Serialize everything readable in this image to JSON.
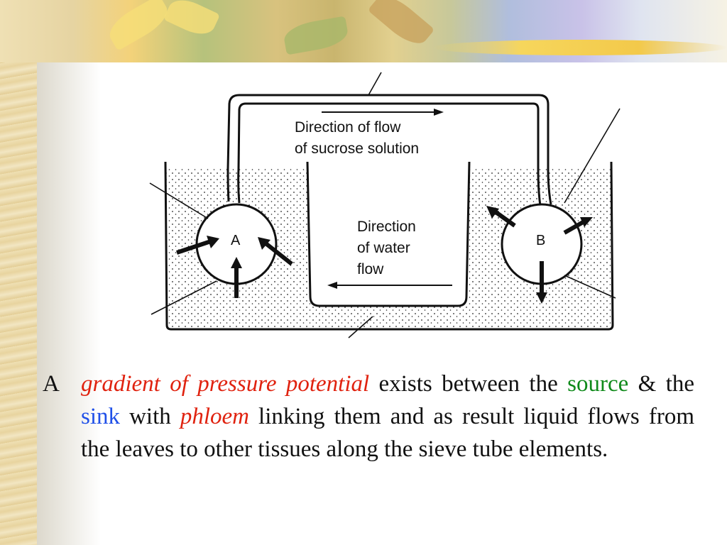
{
  "diagram": {
    "label_flow_top_line1": "Direction of flow",
    "label_flow_top_line2": "of sucrose solution",
    "label_water_line1": "Direction",
    "label_water_line2": "of water",
    "label_water_line3": "flow",
    "bulb_a_label": "A",
    "bulb_b_label": "B"
  },
  "caption": {
    "bullet": "A",
    "t1": "gradient of pressure potential",
    "t2": " exists between the ",
    "t3": "source",
    "t4": " & the ",
    "t5": "sink",
    "t6": " with ",
    "t7": "phloem",
    "t8": " linking them and as result liquid flows from the leaves to other tissues along the sieve tube elements."
  },
  "colors": {
    "highlight_red": "#e0220f",
    "highlight_green": "#0f8a1a",
    "highlight_blue": "#2050e8"
  }
}
